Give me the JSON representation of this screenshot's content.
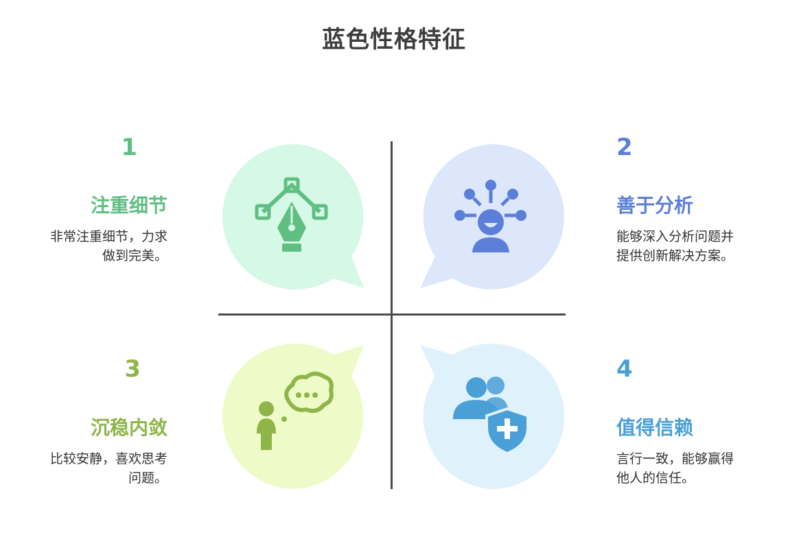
{
  "title": "蓝色性格特征",
  "colors": {
    "green": "#5fbf82",
    "green_bg": "#d6f8e6",
    "blue": "#5b7fd9",
    "blue_bg": "#dde7fb",
    "olive": "#8db547",
    "olive_bg": "#eefbc9",
    "sky": "#4a9fd6",
    "sky_bg": "#dff1fb",
    "divider": "#4a4a4a"
  },
  "items": [
    {
      "number": "1",
      "heading": "注重细节",
      "lines": [
        "非常注重细节，力求",
        "做到完美。"
      ],
      "icon": "pen-tool-icon",
      "color": "#5fbf82"
    },
    {
      "number": "2",
      "heading": "善于分析",
      "lines": [
        "能够深入分析问题并",
        "提供创新解决方案。"
      ],
      "icon": "analytical-person-icon",
      "color": "#5b7fd9"
    },
    {
      "number": "3",
      "heading": "沉稳内敛",
      "lines": [
        "比较安静，喜欢思考",
        "问题。"
      ],
      "icon": "thinking-person-icon",
      "color": "#8db547"
    },
    {
      "number": "4",
      "heading": "值得信赖",
      "lines": [
        "言行一致，能够赢得",
        "他人的信任。"
      ],
      "icon": "user-shield-icon",
      "color": "#4a9fd6"
    }
  ]
}
